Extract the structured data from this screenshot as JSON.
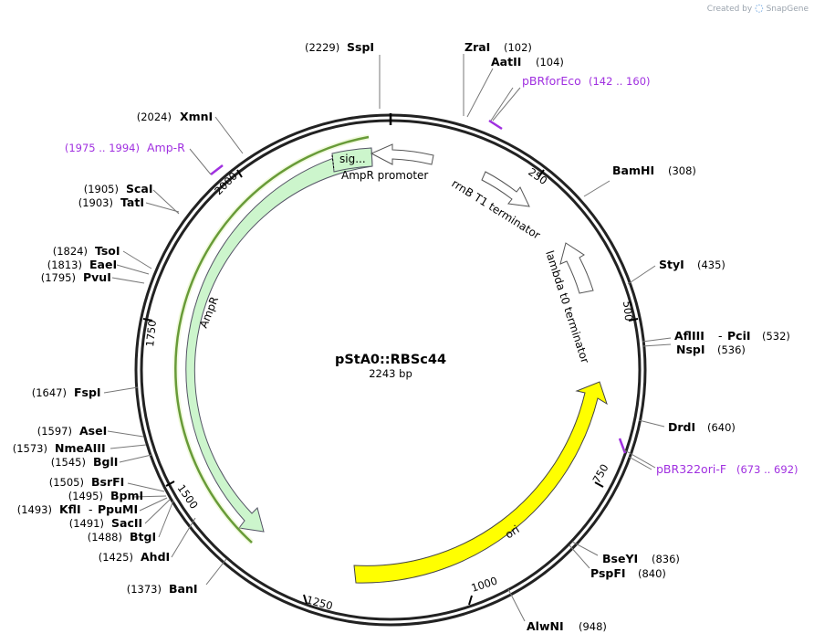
{
  "brand": {
    "created_by": "Created by",
    "logo": "SnapGene"
  },
  "plasmid": {
    "name": "pStA0::RBSc44",
    "length_label": "2243 bp",
    "length": 2243
  },
  "ruler": [
    "250",
    "500",
    "750",
    "1000",
    "1250",
    "1500",
    "1750",
    "2000"
  ],
  "features": {
    "ampr": "AmpR",
    "signal": "sig...",
    "ampr_promoter": "AmpR promoter",
    "rrnb": "rrnB T1 terminator",
    "lambda": "lambda t0 terminator",
    "ori": "ori"
  },
  "sites": {
    "sspi": {
      "pos": "(2229)",
      "name": "SspI"
    },
    "zrai": {
      "name": "ZraI",
      "pos": "(102)"
    },
    "aatii": {
      "name": "AatII",
      "pos": "(104)"
    },
    "bamhi": {
      "name": "BamHI",
      "pos": "(308)"
    },
    "styi": {
      "name": "StyI",
      "pos": "(435)"
    },
    "afliii": {
      "name": "AflIII",
      "sep": "-",
      "name2": "PciI",
      "pos": "(532)"
    },
    "nspi": {
      "name": "NspI",
      "pos": "(536)"
    },
    "drdi": {
      "name": "DrdI",
      "pos": "(640)"
    },
    "bseyi": {
      "name": "BseYI",
      "pos": "(836)"
    },
    "pspfi": {
      "name": "PspFI",
      "pos": "(840)"
    },
    "alwni": {
      "name": "AlwNI",
      "pos": "(948)"
    },
    "bani": {
      "pos": "(1373)",
      "name": "BanI"
    },
    "ahdi": {
      "pos": "(1425)",
      "name": "AhdI"
    },
    "btgi": {
      "pos": "(1488)",
      "name": "BtgI"
    },
    "sacii": {
      "pos": "(1491)",
      "name": "SacII"
    },
    "kfli": {
      "pos": "(1493)",
      "name": "KflI",
      "sep": "-",
      "name2": "PpuMI"
    },
    "bpmi": {
      "pos": "(1495)",
      "name": "BpmI"
    },
    "bsrfi": {
      "pos": "(1505)",
      "name": "BsrFI"
    },
    "bgli": {
      "pos": "(1545)",
      "name": "BglI"
    },
    "nmeaiii": {
      "pos": "(1573)",
      "name": "NmeAIII"
    },
    "asei": {
      "pos": "(1597)",
      "name": "AseI"
    },
    "fspi": {
      "pos": "(1647)",
      "name": "FspI"
    },
    "pvui": {
      "pos": "(1795)",
      "name": "PvuI"
    },
    "eaei": {
      "pos": "(1813)",
      "name": "EaeI"
    },
    "tsoi": {
      "pos": "(1824)",
      "name": "TsoI"
    },
    "tati": {
      "pos": "(1903)",
      "name": "TatI"
    },
    "scai": {
      "pos": "(1905)",
      "name": "ScaI"
    },
    "xmni": {
      "pos": "(2024)",
      "name": "XmnI"
    }
  },
  "primers": {
    "pbrforeco": {
      "name": "pBRforEco",
      "range": "(142 .. 160)"
    },
    "pbr322ori": {
      "name": "pBR322ori-F",
      "range": "(673 .. 692)"
    },
    "ampr_primer": {
      "range": "(1975 .. 1994)",
      "name": "Amp-R"
    }
  },
  "colors": {
    "purple": "#a030e0",
    "ampr_fill": "#ccf5cc",
    "ori_fill": "#ffff00",
    "primer_line": "#2d6e00"
  }
}
